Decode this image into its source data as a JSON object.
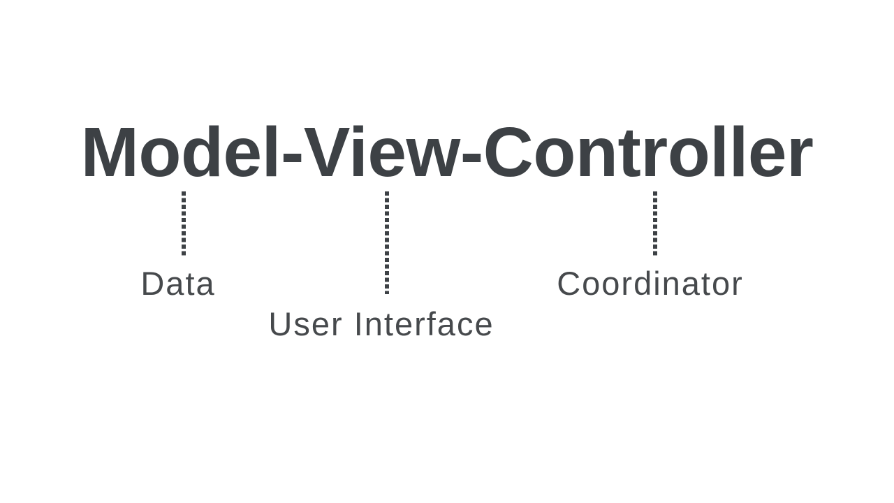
{
  "title": "Model-View-Controller",
  "colors": {
    "background": "#ffffff",
    "title_text": "#3d4145",
    "label_text": "#46494c",
    "connector": "#3d4145"
  },
  "annotations": [
    {
      "component": "Model",
      "label": "Data"
    },
    {
      "component": "View",
      "label": "User Interface"
    },
    {
      "component": "Controller",
      "label": "Coordinator"
    }
  ]
}
